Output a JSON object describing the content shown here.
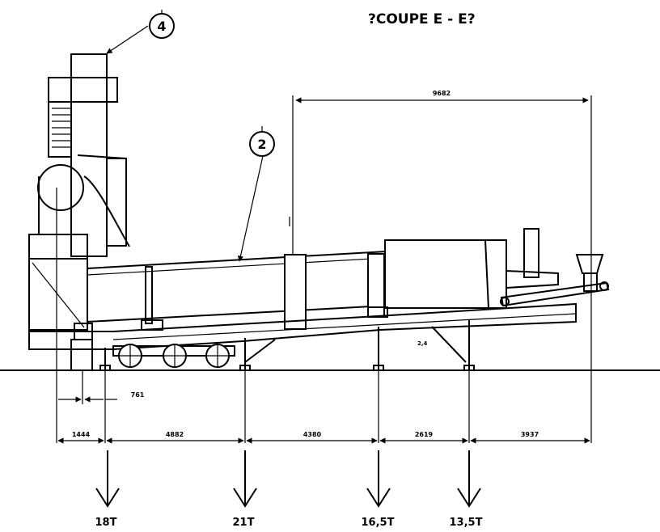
{
  "drawing": {
    "title": "?COUPE E - E?",
    "callouts": [
      "4",
      "2"
    ],
    "dimensions": {
      "top_span": "9682",
      "offset_small": "761",
      "bottom_chain": [
        "1444",
        "4882",
        "4380",
        "2619",
        "3937"
      ]
    },
    "small_note": "2,4",
    "loads": [
      "18T",
      "21T",
      "16,5T",
      "13,5T"
    ]
  }
}
